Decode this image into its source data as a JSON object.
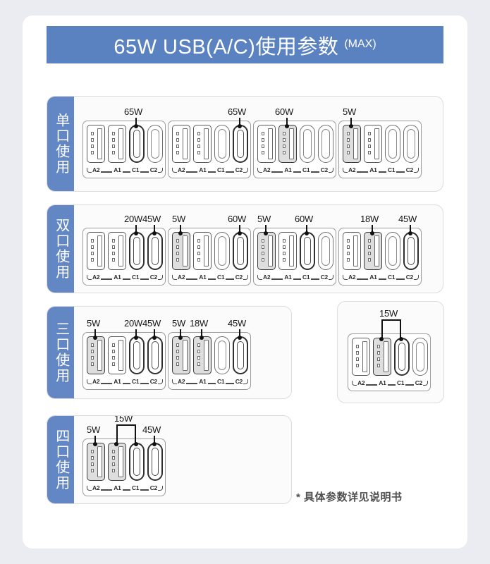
{
  "header": {
    "title": "65W USB(A/C)使用参数",
    "suffix": "(MAX)",
    "bg_color": "#5b82c0"
  },
  "page": {
    "bg_color": "#ebebf2",
    "card_color": "#ffffff",
    "tab_color": "#6287c4"
  },
  "port_labels": [
    "A2",
    "A1",
    "C1",
    "C2"
  ],
  "sections": [
    {
      "tab": "单口使用",
      "groups": [
        {
          "active": [
            "C1"
          ],
          "callouts": [
            {
              "port": "C1",
              "value": "65W"
            }
          ]
        },
        {
          "active": [
            "C2"
          ],
          "callouts": [
            {
              "port": "C2",
              "value": "65W"
            }
          ]
        },
        {
          "active": [
            "A1"
          ],
          "callouts": [
            {
              "port": "A1",
              "value": "60W"
            }
          ]
        },
        {
          "active": [
            "A2"
          ],
          "callouts": [
            {
              "port": "A2",
              "value": "5W"
            }
          ]
        }
      ]
    },
    {
      "tab": "双口使用",
      "groups": [
        {
          "active": [
            "C1",
            "C2"
          ],
          "callouts": [
            {
              "port": "C1",
              "value": "20W"
            },
            {
              "port": "C2",
              "value": "45W"
            }
          ]
        },
        {
          "active": [
            "A2",
            "C2"
          ],
          "callouts": [
            {
              "port": "A2",
              "value": "5W"
            },
            {
              "port": "C2",
              "value": "60W"
            }
          ]
        },
        {
          "active": [
            "A2",
            "C1"
          ],
          "callouts": [
            {
              "port": "A2",
              "value": "5W"
            },
            {
              "port": "C1",
              "value": "60W"
            }
          ]
        },
        {
          "active": [
            "A1",
            "C2"
          ],
          "callouts": [
            {
              "port": "A1",
              "value": "18W"
            },
            {
              "port": "C2",
              "value": "45W"
            }
          ]
        }
      ]
    },
    {
      "tab": "三口使用",
      "groups": [
        {
          "active": [
            "A2",
            "C1",
            "C2"
          ],
          "callouts": [
            {
              "port": "A2",
              "value": "5W"
            },
            {
              "port": "C1",
              "value": "20W"
            },
            {
              "port": "C2",
              "value": "45W"
            }
          ]
        },
        {
          "active": [
            "A2",
            "A1",
            "C2"
          ],
          "callouts": [
            {
              "port": "A2",
              "value": "5W"
            },
            {
              "port": "A1",
              "value": "18W"
            },
            {
              "port": "C2",
              "value": "45W"
            }
          ]
        }
      ]
    },
    {
      "tab": "四口使用",
      "groups": [
        {
          "active": [
            "A2",
            "A1",
            "C1",
            "C2"
          ],
          "callouts": [
            {
              "port": "A2",
              "value": "5W"
            },
            {
              "shared": [
                "A1",
                "C1"
              ],
              "value": "15W"
            },
            {
              "port": "C2",
              "value": "45W"
            }
          ]
        }
      ]
    }
  ],
  "panel15": {
    "group": {
      "active": [
        "A1",
        "C1"
      ],
      "callouts": [
        {
          "shared": [
            "A1",
            "C1"
          ],
          "value": "15W"
        }
      ]
    }
  },
  "footnote": "* 具体参数详见说明书"
}
